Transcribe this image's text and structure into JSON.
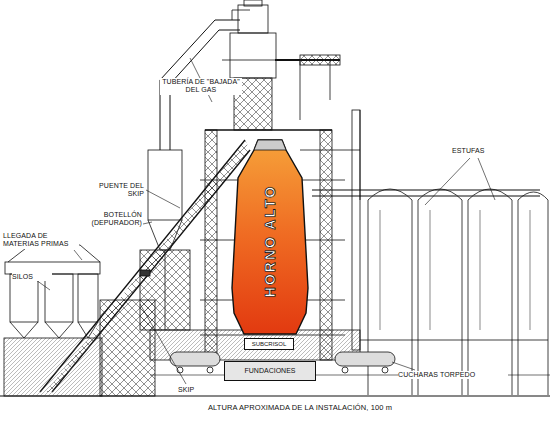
{
  "diagram": {
    "caption": "ALTURA APROXIMADA DE LA INSTALACIÓN, 100 m",
    "nodes": [
      {
        "text": [
          "HORNO ALTO"
        ]
      },
      {
        "text": [
          "SUBCRISOL"
        ]
      },
      {
        "text": [
          "FUNDACIONES"
        ]
      }
    ],
    "labels": [
      "TUBERÍA DE \"BAJADA\" DEL GAS",
      "ESTUFAS",
      "PUENTE DEL SKIP",
      "BOTELLÓN (DEPURADOR)",
      "LLEGADA DE MATERIAS PRIMAS",
      "SILOS",
      "SKIP",
      "CUCHARAS TORPEDO"
    ]
  }
}
